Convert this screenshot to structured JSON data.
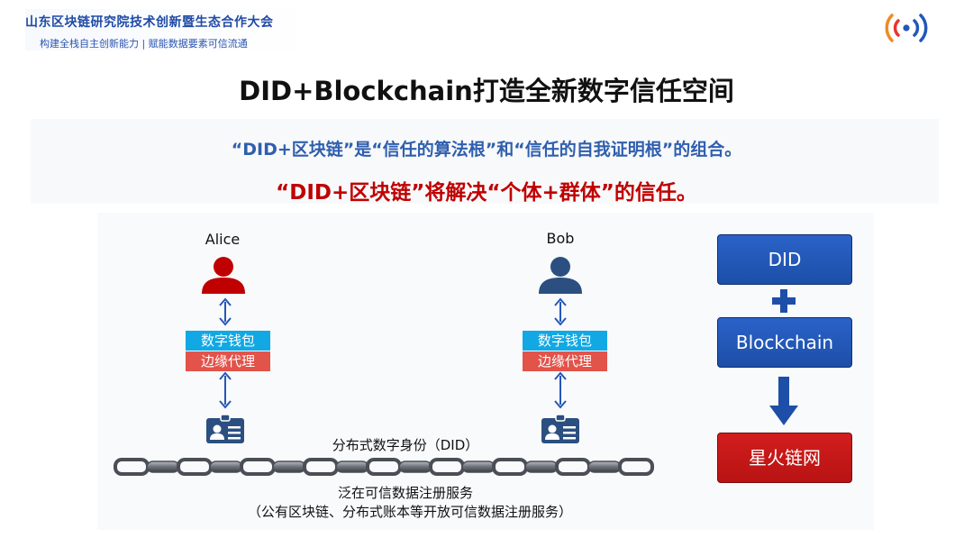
{
  "header": {
    "conference_title": "山东区块链研究院技术创新暨生态合作大会",
    "conference_subtitle": "构建全栈自主创新能力 | 赋能数据要素可信流通"
  },
  "logo_icon": "broadcast-signal-icon",
  "slide": {
    "title": "DID+Blockchain打造全新数字信任空间",
    "quote_line1": "“DID+区块链”是“信任的算法根”和“信任的自我证明根”的组合。",
    "quote_line2": "“DID+区块链”将解决“个体+群体”的信任。"
  },
  "diagram": {
    "alice": {
      "name": "Alice",
      "icon": "user-icon",
      "color": "#c00000",
      "wallet_label": "数字钱包",
      "proxy_label": "边缘代理"
    },
    "bob": {
      "name": "Bob",
      "icon": "user-icon",
      "color": "#2b4f80",
      "wallet_label": "数字钱包",
      "proxy_label": "边缘代理"
    },
    "did_label": "分布式数字身份（DID）",
    "registry_label": "泛在可信数据注册服务",
    "registry_sub": "（公有区块链、分布式账本等开放可信数据注册服务）"
  },
  "flow": {
    "box1": "DID",
    "plus": "+",
    "box2": "Blockchain",
    "box3": "星火链网"
  },
  "colors": {
    "wallet": "#12a8e3",
    "proxy": "#e2534a",
    "arrow": "#2457b8",
    "title_blue": "#2f5fae",
    "title_red": "#c00000",
    "flow_blue": "#1d4fa8",
    "flow_red": "#c01515"
  }
}
